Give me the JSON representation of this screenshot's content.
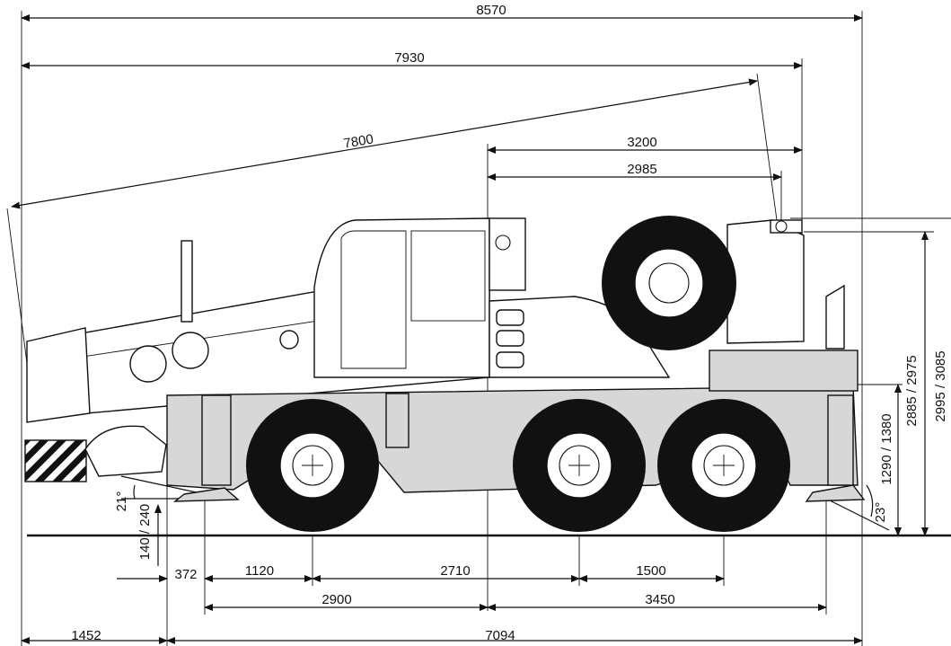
{
  "dimensions": {
    "overall_length": "8570",
    "length_to_counterweight": "7930",
    "boom_length": "7800",
    "cab_to_rear_wide": "3200",
    "cab_to_rear": "2985",
    "height_total": "2995 / 3085",
    "height_cab": "2885 / 2975",
    "height_deck": "1290 / 1380",
    "ground_clearance": "140 / 240",
    "approach_angle": "21°",
    "departure_angle": "23°",
    "front_overhang": "372",
    "axle_front_offset": "1120",
    "wheelbase_main": "2710",
    "rear_axle_spacing": "1500",
    "outrigger_front": "2900",
    "outrigger_rear": "3450",
    "boom_overhang": "1452",
    "chassis_length": "7094"
  },
  "colors": {
    "line": "#111111",
    "body_gray": "#d7d7d7",
    "background": "#ffffff"
  }
}
